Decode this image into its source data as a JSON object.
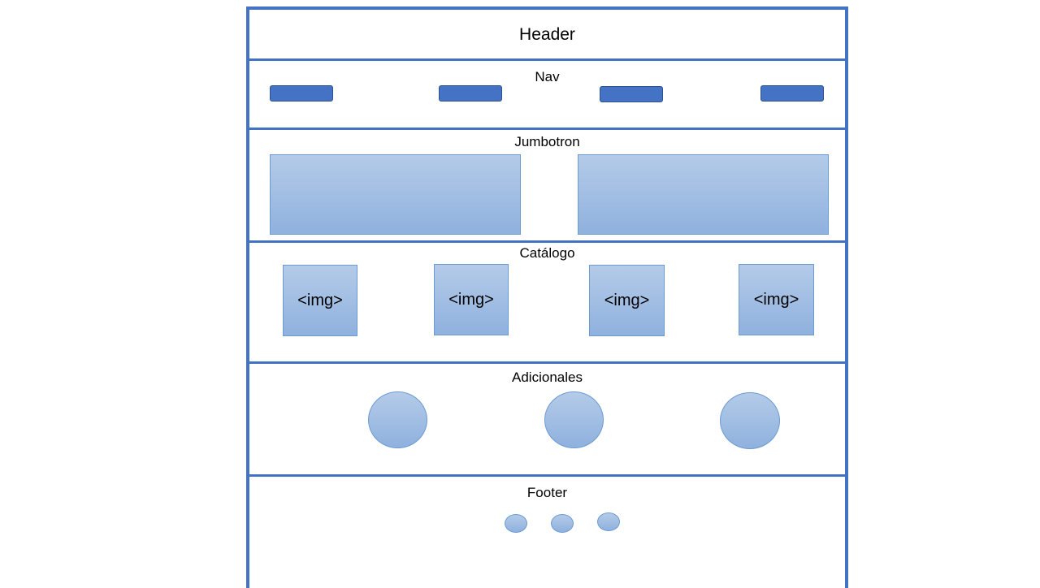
{
  "header": {
    "title": "Header"
  },
  "nav": {
    "title": "Nav"
  },
  "jumbotron": {
    "title": "Jumbotron"
  },
  "catalogo": {
    "title": "Catálogo",
    "items": [
      "<img>",
      "<img>",
      "<img>",
      "<img>"
    ]
  },
  "adicionales": {
    "title": "Adicionales"
  },
  "footer": {
    "title": "Footer"
  },
  "colors": {
    "border": "#4472C4",
    "nav_button": "#4472C4",
    "placeholder_fill_top": "#B4CBE8",
    "placeholder_fill_bottom": "#8FB1DE"
  }
}
